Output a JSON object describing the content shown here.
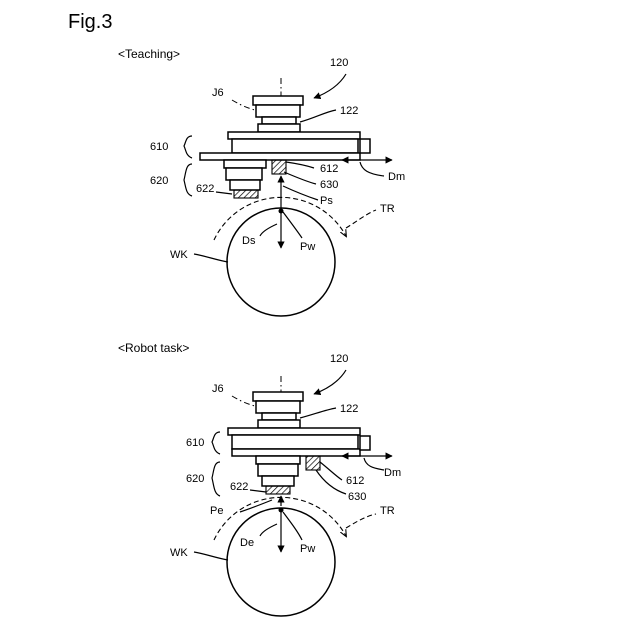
{
  "figure_title": "Fig.3",
  "panels": [
    {
      "section": "<Teaching>",
      "labels": {
        "unit": "120",
        "axis": "J6",
        "flange": "122",
        "block_upper": "610",
        "block_lower": "620",
        "sensor": "612",
        "holder": "630",
        "tool": "622",
        "dir": "Dm",
        "point_s": "Ps",
        "trajectory": "TR",
        "dir_s": "Ds",
        "point_w": "Pw",
        "workpiece": "WK"
      }
    },
    {
      "section": "<Robot task>",
      "labels": {
        "unit": "120",
        "axis": "J6",
        "flange": "122",
        "block_upper": "610",
        "block_lower": "620",
        "tool": "622",
        "sensor": "612",
        "holder": "630",
        "dir": "Dm",
        "point_e": "Pe",
        "trajectory": "TR",
        "dir_e": "De",
        "point_w": "Pw",
        "workpiece": "WK"
      }
    }
  ]
}
